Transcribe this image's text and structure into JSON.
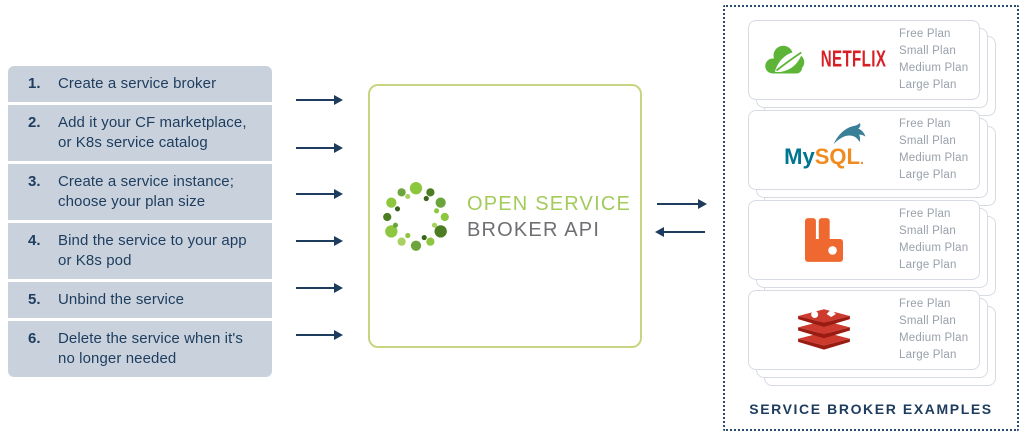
{
  "diagram": {
    "steps": [
      {
        "num": "1.",
        "text": "Create a service broker"
      },
      {
        "num": "2.",
        "text": "Add it your CF marketplace,\nor K8s service catalog"
      },
      {
        "num": "3.",
        "text": "Create a service instance;\nchoose your plan size"
      },
      {
        "num": "4.",
        "text": "Bind the service to your app\nor K8s pod"
      },
      {
        "num": "5.",
        "text": "Unbind the service"
      },
      {
        "num": "6.",
        "text": "Delete the service when it's\nno longer needed"
      }
    ],
    "center_box": {
      "logo_icon": "osb-dots-ring-icon",
      "logo_line1": "OPEN SERVICE",
      "logo_line2": "BROKER API"
    },
    "panel": {
      "label": "SERVICE BROKER EXAMPLES",
      "cards": [
        {
          "icon": "spring-cloud-leaf-icon",
          "wordmark": "NETFLIX",
          "plans": [
            "Free Plan",
            "Small Plan",
            "Medium Plan",
            "Large Plan"
          ]
        },
        {
          "icon": "mysql-dolphin-icon",
          "wordmark_my": "My",
          "wordmark_sql": "SQL",
          "wordmark_period": ".",
          "plans": [
            "Free Plan",
            "Small Plan",
            "Medium Plan",
            "Large Plan"
          ]
        },
        {
          "icon": "rabbitmq-icon",
          "plans": [
            "Free Plan",
            "Small Plan",
            "Medium Plan",
            "Large Plan"
          ]
        },
        {
          "icon": "redis-icon",
          "plans": [
            "Free Plan",
            "Small Plan",
            "Medium Plan",
            "Large Plan"
          ]
        }
      ]
    },
    "colors": {
      "list_bg": "#c9d2dc",
      "navy_text": "#1d3c5e",
      "arrow": "#1d3c5e",
      "box_border": "#c7d583",
      "logo_green": "#a3cb5a",
      "logo_gray": "#6e6f72",
      "netflix_red": "#d81f26",
      "mysql_teal": "#00758f",
      "mysql_orange": "#ef8b1f",
      "rabbitmq_orange": "#ee682f",
      "redis_red": "#cd3a2e",
      "plan_text": "#9aa1ab",
      "card_border": "#d7dbe2"
    }
  }
}
